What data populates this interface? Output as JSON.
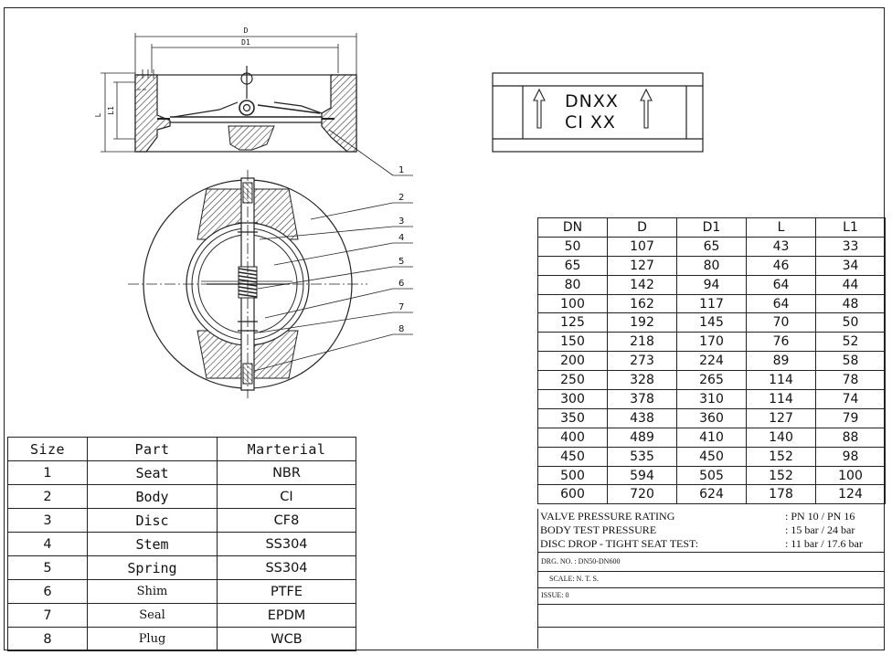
{
  "section_view": {
    "dim_labels": [
      "D",
      "D1",
      "L",
      "L1"
    ]
  },
  "callouts": [
    "1",
    "2",
    "3",
    "4",
    "5",
    "6",
    "7",
    "8"
  ],
  "nameplate": {
    "line1": "DNXX",
    "line2": "CI XX"
  },
  "parts_table": {
    "headers": [
      "Size",
      "Part",
      "Marterial"
    ],
    "rows": [
      {
        "size": "1",
        "part": "Seat",
        "material": "NBR"
      },
      {
        "size": "2",
        "part": "Body",
        "material": "CI"
      },
      {
        "size": "3",
        "part": "Disc",
        "material": "CF8"
      },
      {
        "size": "4",
        "part": "Stem",
        "material": "SS304"
      },
      {
        "size": "5",
        "part": "Spring",
        "material": "SS304"
      },
      {
        "size": "6",
        "part": "Shim",
        "material": "PTFE"
      },
      {
        "size": "7",
        "part": "Seal",
        "material": "EPDM"
      },
      {
        "size": "8",
        "part": "Plug",
        "material": "WCB"
      }
    ]
  },
  "dimension_table": {
    "headers": [
      "DN",
      "D",
      "D1",
      "L",
      "L1"
    ],
    "rows": [
      [
        "50",
        "107",
        "65",
        "43",
        "33"
      ],
      [
        "65",
        "127",
        "80",
        "46",
        "34"
      ],
      [
        "80",
        "142",
        "94",
        "64",
        "44"
      ],
      [
        "100",
        "162",
        "117",
        "64",
        "48"
      ],
      [
        "125",
        "192",
        "145",
        "70",
        "50"
      ],
      [
        "150",
        "218",
        "170",
        "76",
        "52"
      ],
      [
        "200",
        "273",
        "224",
        "89",
        "58"
      ],
      [
        "250",
        "328",
        "265",
        "114",
        "78"
      ],
      [
        "300",
        "378",
        "310",
        "114",
        "74"
      ],
      [
        "350",
        "438",
        "360",
        "127",
        "79"
      ],
      [
        "400",
        "489",
        "410",
        "140",
        "88"
      ],
      [
        "450",
        "535",
        "450",
        "152",
        "98"
      ],
      [
        "500",
        "594",
        "505",
        "152",
        "100"
      ],
      [
        "600",
        "720",
        "624",
        "178",
        "124"
      ]
    ]
  },
  "specs": [
    {
      "label": "VALVE PRESSURE RATING",
      "value": ": PN 10  / PN 16"
    },
    {
      "label": "BODY TEST PRESSURE",
      "value": ": 15 bar / 24 bar"
    },
    {
      "label": "DISC DROP - TIGHT SEAT TEST:",
      "value": ": 11 bar / 17.6 bar"
    }
  ],
  "title_block": {
    "drg_no": "DRG. NO. : DN50-DN600",
    "scale": "SCALE:  N. T. S.",
    "issue": "ISSUE:  0"
  }
}
